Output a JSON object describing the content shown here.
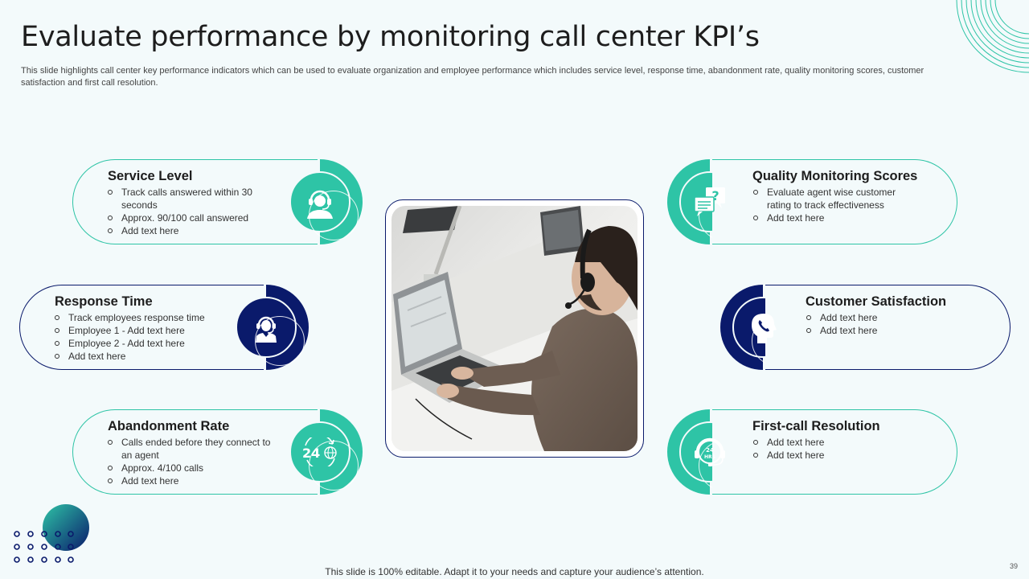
{
  "slide": {
    "title": "Evaluate performance by monitoring call center KPI’s",
    "subtitle": "This slide highlights call center key performance indicators which can be used to evaluate organization and employee performance which includes service level, response time, abandonment rate, quality monitoring scores, customer satisfaction and first call resolution.",
    "footer": "This slide is 100% editable. Adapt it to your needs and capture your audience’s attention.",
    "page_number": "39",
    "colors": {
      "teal": "#2ec4a6",
      "navy": "#0a1a6b",
      "background": "#f3fafb"
    }
  },
  "kpis": {
    "service_level": {
      "heading": "Service Level",
      "icon": "headset-agent-icon",
      "bullets": [
        "Track calls answered within 30 seconds",
        "Approx. 90/100 call answered",
        "Add text here"
      ]
    },
    "response_time": {
      "heading": "Response Time",
      "icon": "agent-headset-icon",
      "bullets": [
        "Track employees response time",
        "Employee 1 - Add text here",
        "Employee 2 - Add text here",
        "Add text here"
      ]
    },
    "abandonment_rate": {
      "heading": "Abandonment Rate",
      "icon": "24-globe-icon",
      "icon_text": "24",
      "bullets": [
        "Calls ended before they connect to an agent",
        "Approx. 4/100 calls",
        "Add text here"
      ]
    },
    "quality_monitoring": {
      "heading": "Quality Monitoring Scores",
      "icon": "question-chat-icon",
      "bullets": [
        "Evaluate agent wise customer rating to track effectiveness",
        "Add text here"
      ]
    },
    "customer_satisfaction": {
      "heading": "Customer Satisfaction",
      "icon": "head-phone-icon",
      "bullets": [
        "Add text here",
        "Add text here"
      ]
    },
    "first_call_resolution": {
      "heading": "First-call Resolution",
      "icon": "24hrs-headset-icon",
      "icon_text_top": "24",
      "icon_text_bottom": "HRS",
      "bullets": [
        "Add text here",
        "Add text here"
      ]
    }
  },
  "photo": {
    "subject": "call-center-agent-photo"
  }
}
